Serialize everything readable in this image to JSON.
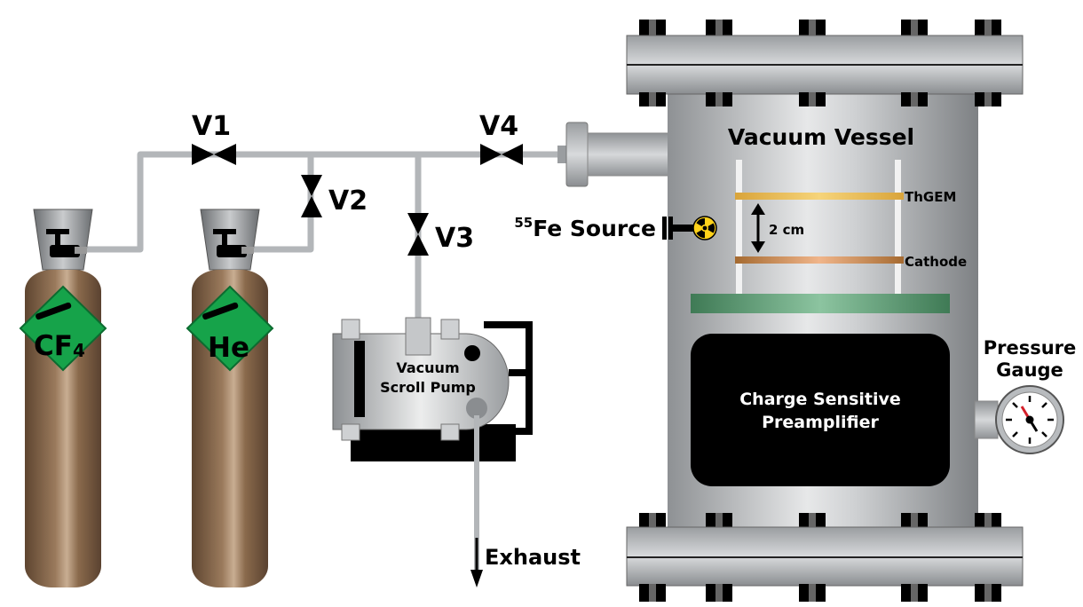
{
  "labels": {
    "v1": "V1",
    "v2": "V2",
    "v3": "V3",
    "v4": "V4",
    "vessel_title": "Vacuum Vessel",
    "thgem": "ThGEM",
    "cathode": "Cathode",
    "gap": "2 cm",
    "source_sup": "55",
    "source_rest": "Fe Source",
    "pump_line1": "Vacuum",
    "pump_line2": "Scroll Pump",
    "exhaust": "Exhaust",
    "preamp_line1": "Charge Sensitive",
    "preamp_line2": "Preamplifier",
    "gauge_line1": "Pressure",
    "gauge_line2": "Gauge"
  },
  "cylinders": [
    {
      "gas_main": "CF",
      "gas_sub": "4"
    },
    {
      "gas_main": "He",
      "gas_sub": ""
    }
  ],
  "colors": {
    "cylinder_body": "#8a6a4c",
    "diamond": "#16a34a",
    "vessel_steel": "#b9bcbf",
    "thgem": "#e8b84a",
    "cathode": "#b87c3e",
    "pcb": "#5e9a72",
    "preamp": "#000000",
    "pipe": "#b6b9bc"
  }
}
